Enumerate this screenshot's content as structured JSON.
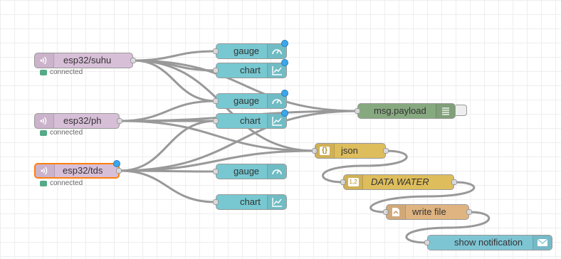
{
  "colors": {
    "mqtt": "#d8bfd8",
    "dashboard": "#77c8d1",
    "debug": "#87a980",
    "function": "#debd5c",
    "storage": "#dfb481",
    "output": "#7ec5d4",
    "status_connected": "#55aa88",
    "changed_dot": "#3ea6ea"
  },
  "nodes": {
    "mqtt_suhu": {
      "label": "esp32/suhu",
      "icon": "wifi-signal-icon",
      "status": "connected"
    },
    "mqtt_ph": {
      "label": "esp32/ph",
      "icon": "wifi-signal-icon",
      "status": "connected"
    },
    "mqtt_tds": {
      "label": "esp32/tds",
      "icon": "wifi-signal-icon",
      "status": "connected"
    },
    "gauge_1": {
      "label": "gauge",
      "icon": "gauge-icon"
    },
    "chart_1": {
      "label": "chart",
      "icon": "line-chart-icon"
    },
    "gauge_2": {
      "label": "gauge",
      "icon": "gauge-icon"
    },
    "chart_2": {
      "label": "chart",
      "icon": "line-chart-icon"
    },
    "gauge_3": {
      "label": "gauge",
      "icon": "gauge-icon"
    },
    "chart_3": {
      "label": "chart",
      "icon": "line-chart-icon"
    },
    "debug": {
      "label": "msg.payload",
      "icon": "debug-list-icon"
    },
    "json": {
      "label": "json",
      "icon": "braces-icon"
    },
    "data_water": {
      "label": "DATA WATER",
      "icon": "number-icon"
    },
    "write_file": {
      "label": "write file",
      "icon": "file-icon"
    },
    "notification": {
      "label": "show notification",
      "icon": "envelope-icon"
    }
  }
}
